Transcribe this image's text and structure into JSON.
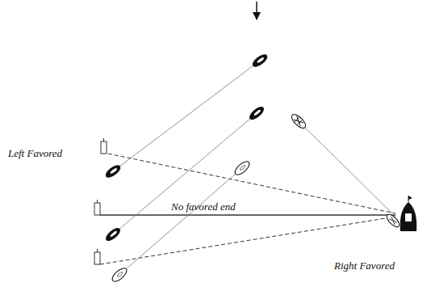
{
  "diagram": {
    "labels": [
      "Left Favored",
      "No favored end",
      "Right Favored"
    ]
  }
}
